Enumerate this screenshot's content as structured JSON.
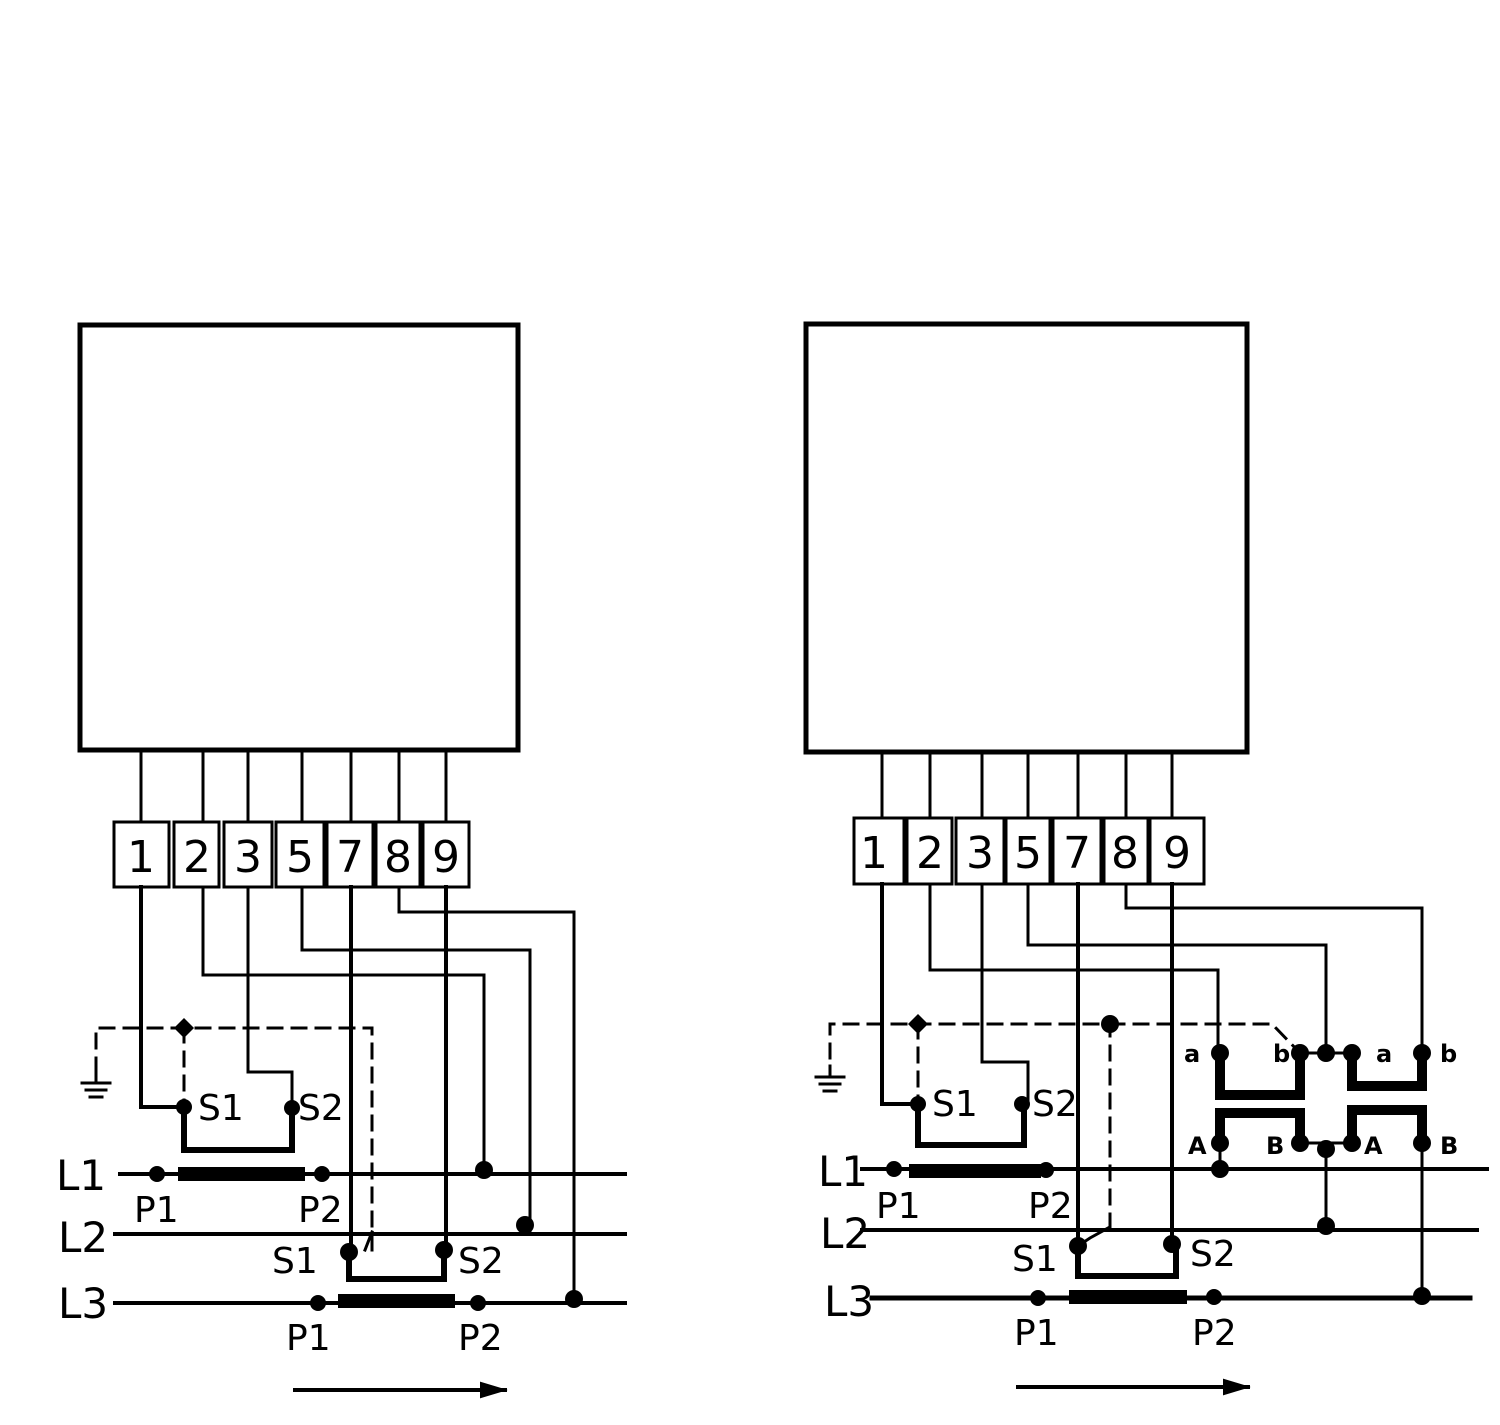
{
  "terminals": [
    "1",
    "2",
    "3",
    "5",
    "7",
    "8",
    "9"
  ],
  "lines": {
    "l1": "L1",
    "l2": "L2",
    "l3": "L3"
  },
  "ct": {
    "s1": "S1",
    "s2": "S2",
    "p1": "P1",
    "p2": "P2"
  },
  "vt": {
    "a": "a",
    "b": "b",
    "A": "A",
    "B": "B"
  }
}
